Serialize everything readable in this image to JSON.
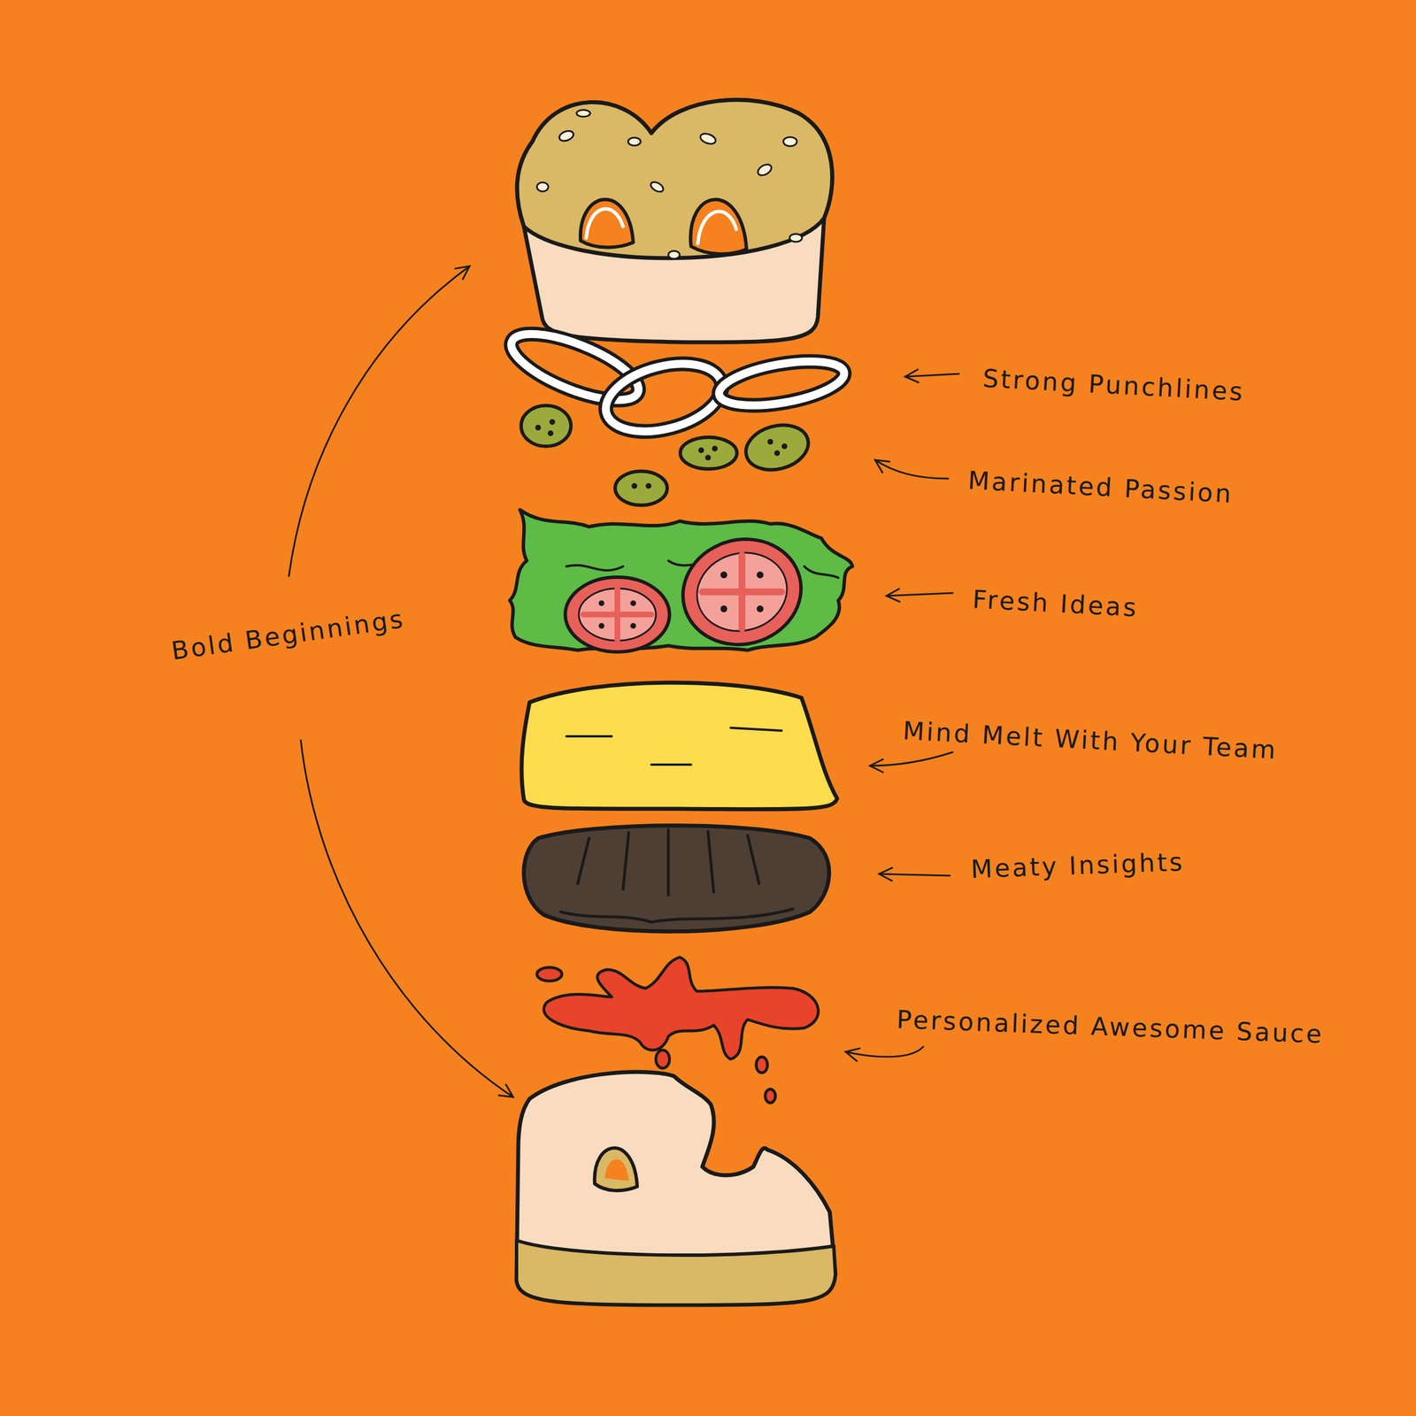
{
  "diagram": {
    "labels": [
      "Strong Punchlines",
      "Marinated Passion",
      "Fresh Ideas",
      "Bold Beginnings",
      "Mind Melt With Your Team",
      "Meaty Insights",
      "Personalized Awesome Sauce"
    ]
  }
}
